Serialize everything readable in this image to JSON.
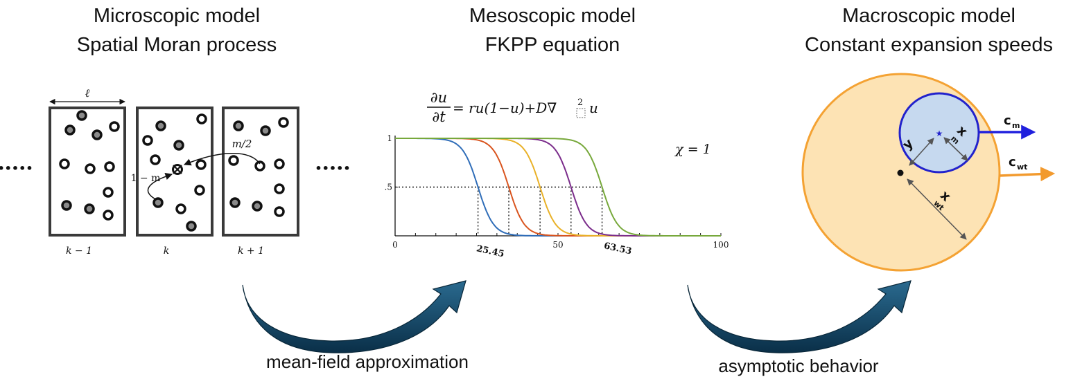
{
  "panels": {
    "micro": {
      "title_line1": "Microscopic model",
      "title_line2": "Spatial Moran process"
    },
    "meso": {
      "title_line1": "Mesoscopic model",
      "title_line2": "FKPP equation"
    },
    "macro": {
      "title_line1": "Macroscopic model",
      "title_line2": "Constant expansion speeds"
    }
  },
  "micro_diagram": {
    "cell_width_label": "ℓ",
    "ellipsis": "•••••",
    "cell_labels": [
      "k − 1",
      "k",
      "k + 1"
    ],
    "migration_label": "m/2",
    "stay_label": "1 − m"
  },
  "meso_diagram": {
    "equation": {
      "lhs_num": "∂u",
      "lhs_den": "∂t",
      "rhs": "= ru(1−u)+D∇",
      "rhs_power": "2",
      "rhs_tail": "u"
    },
    "chi_label": "χ = 1"
  },
  "chart_data": {
    "type": "line",
    "x_ticks": [
      "0",
      "50",
      "100"
    ],
    "y_ticks": [
      "1",
      ".5"
    ],
    "xlim": [
      0,
      100
    ],
    "ylim": [
      0,
      1
    ],
    "grid": false,
    "series": [
      {
        "color": "#2f6db8",
        "midpoint": 25.45
      },
      {
        "color": "#d9541e",
        "midpoint": 34.9
      },
      {
        "color": "#e9b128",
        "midpoint": 44.5
      },
      {
        "color": "#7b2d8b",
        "midpoint": 54.0
      },
      {
        "color": "#77a83b",
        "midpoint": 63.53
      }
    ],
    "annotations": [
      "25.45",
      "63.53"
    ],
    "reference_level": 0.5
  },
  "macro_diagram": {
    "labels": {
      "y": "y",
      "x_m": "x",
      "x_m_sub": "m",
      "x_wt": "x",
      "x_wt_sub": "wt",
      "c_m": "c",
      "c_m_sub": "m",
      "c_wt": "c",
      "c_wt_sub": "wt"
    },
    "colors": {
      "outer_fill": "#fde3b4",
      "outer_stroke": "#f4a233",
      "inner_fill": "#c6d9ef",
      "inner_stroke": "#2222cc",
      "arrow_m": "#2020dd",
      "arrow_wt": "#f29a2e"
    }
  },
  "transitions": {
    "left_caption": "mean-field approximation",
    "right_caption": "asymptotic behavior",
    "arrow_color": "#0d3a57"
  }
}
